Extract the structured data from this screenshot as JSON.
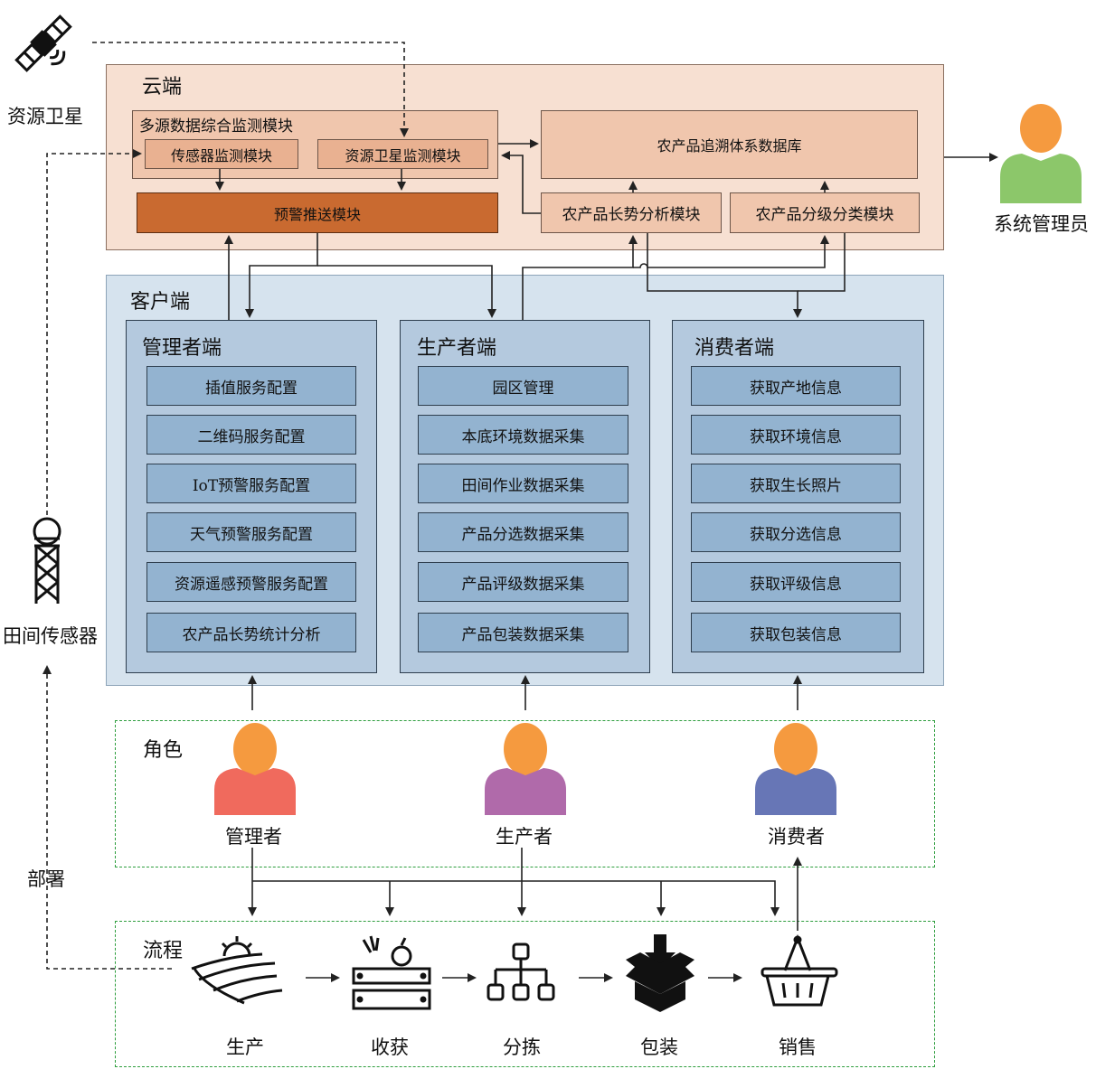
{
  "satellite_label": "资源卫星",
  "sensor_label": "田间传感器",
  "deploy_label": "部署",
  "admin_label": "系统管理员",
  "cloud": {
    "title": "云端",
    "monitor_group": "多源数据综合监测模块",
    "sensor_monitor": "传感器监测模块",
    "satellite_monitor": "资源卫星监测模块",
    "warning_push": "预警推送模块",
    "database": "农产品追溯体系数据库",
    "growth_analysis": "农产品长势分析模块",
    "grading": "农产品分级分类模块"
  },
  "client": {
    "title": "客户端",
    "manager": {
      "title": "管理者端",
      "items": [
        "插值服务配置",
        "二维码服务配置",
        "IoT预警服务配置",
        "天气预警服务配置",
        "资源遥感预警服务配置",
        "农产品长势统计分析"
      ]
    },
    "producer": {
      "title": "生产者端",
      "items": [
        "园区管理",
        "本底环境数据采集",
        "田间作业数据采集",
        "产品分选数据采集",
        "产品评级数据采集",
        "产品包装数据采集"
      ]
    },
    "consumer": {
      "title": "消费者端",
      "items": [
        "获取产地信息",
        "获取环境信息",
        "获取生长照片",
        "获取分选信息",
        "获取评级信息",
        "获取包装信息"
      ]
    }
  },
  "roles": {
    "title": "角色",
    "manager": "管理者",
    "producer": "生产者",
    "consumer": "消费者"
  },
  "process": {
    "title": "流程",
    "steps": [
      "生产",
      "收获",
      "分拣",
      "包装",
      "销售"
    ]
  },
  "colors": {
    "manager_body": "#f06a5d",
    "producer_body": "#b06aaa",
    "consumer_body": "#6776b6",
    "admin_body": "#8cc76a",
    "head": "#f59a3f"
  }
}
